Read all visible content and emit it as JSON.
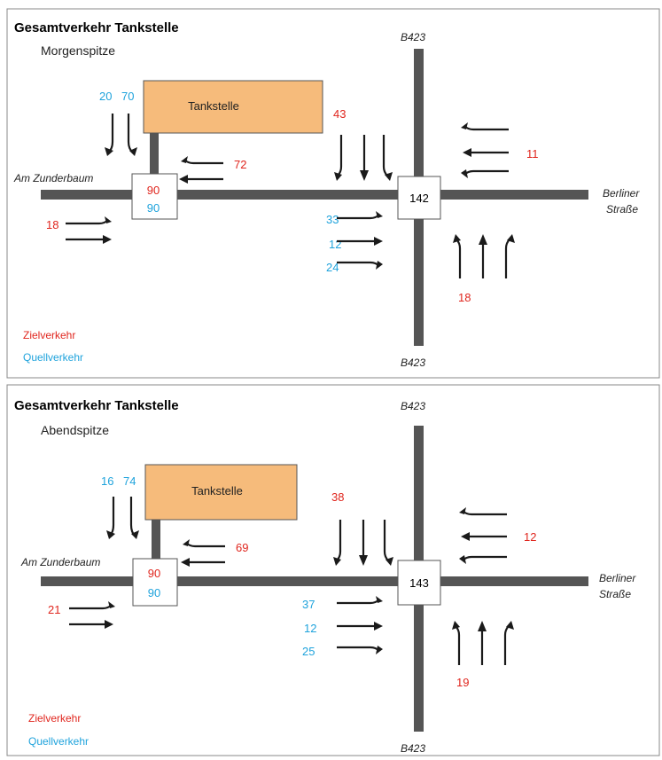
{
  "colors": {
    "zielverkehr": "#e0261e",
    "quellverkehr": "#1fa3dc",
    "road": "#555555",
    "tankstelle": "#f6bb7b"
  },
  "legend": {
    "ziel": "Zielverkehr",
    "quell": "Quellverkehr"
  },
  "labels": {
    "title": "Gesamtverkehr Tankstelle",
    "street_west": "Am Zunderbaum",
    "street_east_1": "Berliner",
    "street_east_2": "Straße",
    "road_north": "B423",
    "road_south": "B423",
    "station": "Tankstelle"
  },
  "panels": [
    {
      "subtitle": "Morgenspitze",
      "left_in": "20",
      "left_out": "70",
      "station_in": "72",
      "box_ziel": "90",
      "box_quell": "90",
      "west_in": "18",
      "north_in": "43",
      "east_in": "11",
      "east_out_left": "33",
      "east_out_straight": "12",
      "east_out_right": "24",
      "south_in": "18",
      "intersection": "142"
    },
    {
      "subtitle": "Abendspitze",
      "left_in": "16",
      "left_out": "74",
      "station_in": "69",
      "box_ziel": "90",
      "box_quell": "90",
      "west_in": "21",
      "north_in": "38",
      "east_in": "12",
      "east_out_left": "37",
      "east_out_straight": "12",
      "east_out_right": "25",
      "south_in": "19",
      "intersection": "143"
    }
  ]
}
